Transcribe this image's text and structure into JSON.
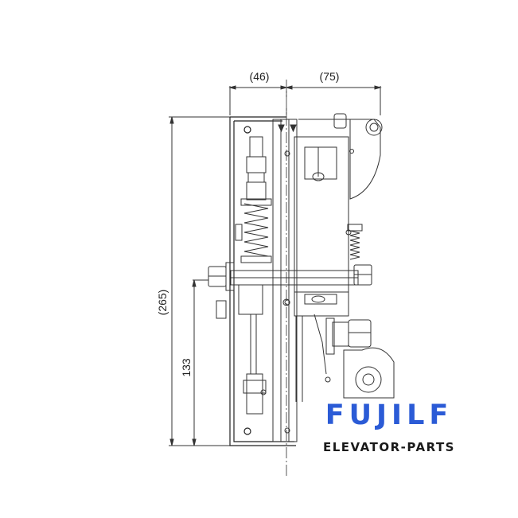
{
  "dimensions": {
    "top_left": "(46)",
    "top_right": "(75)",
    "overall_height": "(265)",
    "lower_height": "133"
  },
  "watermark": {
    "brand": "FUJILF",
    "subtitle": "ELEVATOR-PARTS",
    "brand_color": "#2b5bd6"
  }
}
